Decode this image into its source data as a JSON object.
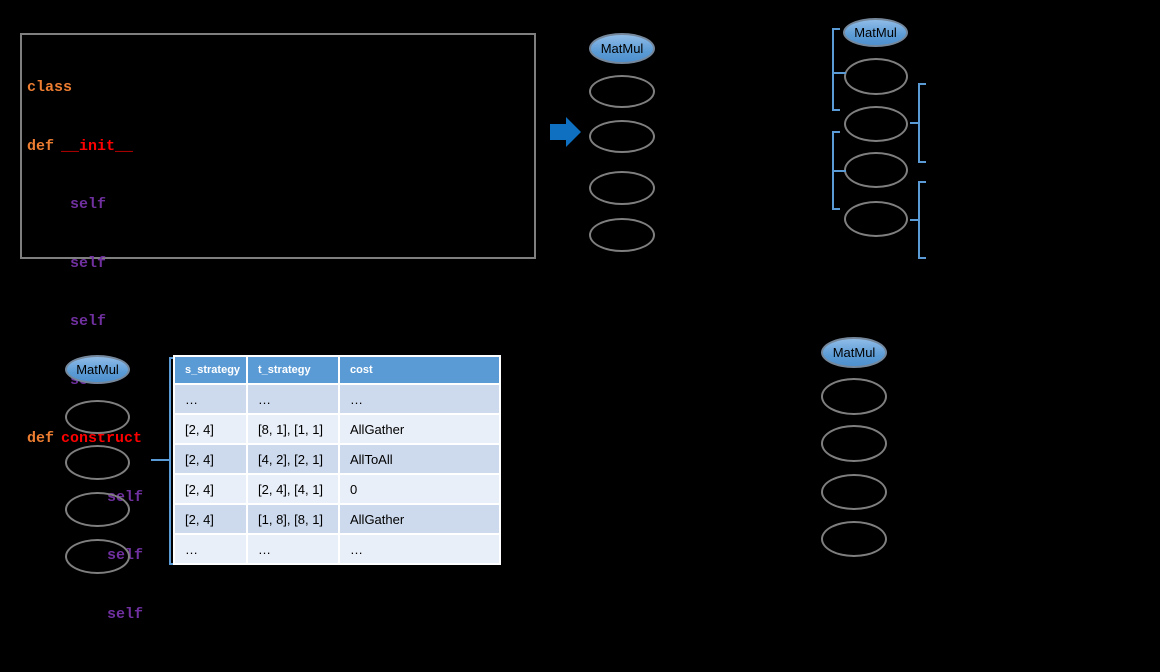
{
  "diagram": {
    "code_block": {
      "lines": [
        {
          "keyword": "class"
        },
        {
          "keyword": "def",
          "name": "__init__"
        },
        {
          "member": "self"
        },
        {
          "member": "self"
        },
        {
          "member": "self"
        },
        {
          "member": "self"
        },
        {
          "keyword": "def",
          "name": "construct"
        },
        {
          "member": "self"
        },
        {
          "member": "self"
        },
        {
          "member": "self"
        }
      ]
    },
    "nodes": {
      "top_left_op": "MatMul",
      "top_right_op": "MatMul",
      "bottom_left_op": "MatMul",
      "bottom_right_op": "MatMul"
    },
    "table": {
      "headers": [
        "s_strategy",
        "t_strategy",
        "cost"
      ],
      "rows": [
        [
          "…",
          "…",
          "…"
        ],
        [
          "[2, 4]",
          "[8, 1], [1, 1]",
          "AllGather"
        ],
        [
          "[2, 4]",
          "[4, 2], [2, 1]",
          "AllToAll"
        ],
        [
          "[2, 4]",
          "[2, 4], [4, 1]",
          "0"
        ],
        [
          "[2, 4]",
          "[1, 8], [8, 1]",
          "AllGather"
        ],
        [
          "…",
          "…",
          "…"
        ]
      ]
    },
    "colors": {
      "background": "#000000",
      "code_keyword": "#ED7D31",
      "code_method_name": "#FF0000",
      "code_self": "#7030A0",
      "code_box_border": "#7F7F7F",
      "node_fill": "#5B9BD5",
      "node_fill_top": "#8FBCE8",
      "node_border": "#75879B",
      "ellipse_outline": "#7F7F7F",
      "arrow": "#0F70C2",
      "bracket": "#5B9BD5",
      "table_header_bg": "#5B9BD5",
      "table_header_text": "#FFFFFF",
      "table_band_dark": "#CDDAED",
      "table_band_light": "#E9EFF8",
      "table_grid": "#FFFFFF",
      "table_text": "#000000"
    }
  }
}
